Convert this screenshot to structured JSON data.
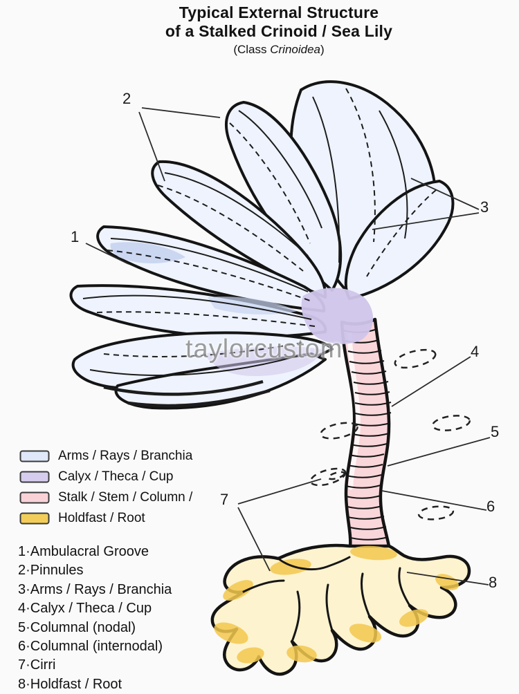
{
  "title": {
    "line1": "Typical External Structure",
    "line2": "of a Stalked Crinoid / Sea Lily",
    "class_prefix": "(Class ",
    "class_italic": "Crinoidea",
    "class_suffix": ")"
  },
  "watermark": "taylorcustom",
  "legend": {
    "items": [
      {
        "label": "Arms / Rays / Branchia",
        "color": "#dfe8f8"
      },
      {
        "label": "Calyx / Theca / Cup",
        "color": "#d6cdee"
      },
      {
        "label": "Stalk / Stem / Column /",
        "color": "#f9d2d7"
      },
      {
        "label": "Holdfast / Root",
        "color": "#f2cd5a"
      }
    ]
  },
  "key_list": {
    "separator": "·",
    "items": [
      {
        "num": "1",
        "label": "Ambulacral Groove"
      },
      {
        "num": "2",
        "label": "Pinnules"
      },
      {
        "num": "3",
        "label": "Arms / Rays / Branchia"
      },
      {
        "num": "4",
        "label": "Calyx / Theca / Cup"
      },
      {
        "num": "5",
        "label": "Columnal (nodal)"
      },
      {
        "num": "6",
        "label": "Columnal (internodal)"
      },
      {
        "num": "7",
        "label": "Cirri"
      },
      {
        "num": "8",
        "label": "Holdfast / Root"
      }
    ]
  },
  "callouts": [
    {
      "number": "1"
    },
    {
      "number": "2"
    },
    {
      "number": "3"
    },
    {
      "number": "4"
    },
    {
      "number": "5"
    },
    {
      "number": "6"
    },
    {
      "number": "7"
    },
    {
      "number": "8"
    }
  ],
  "colors": {
    "arms": "#eef3fd",
    "arms_shade": "#c7d4f0",
    "calyx": "#cfc5ea",
    "stalk": "#f9d6da",
    "holdfast": "#fdf3cf",
    "holdfast_shade": "#f3c84e",
    "outline": "#141414"
  }
}
